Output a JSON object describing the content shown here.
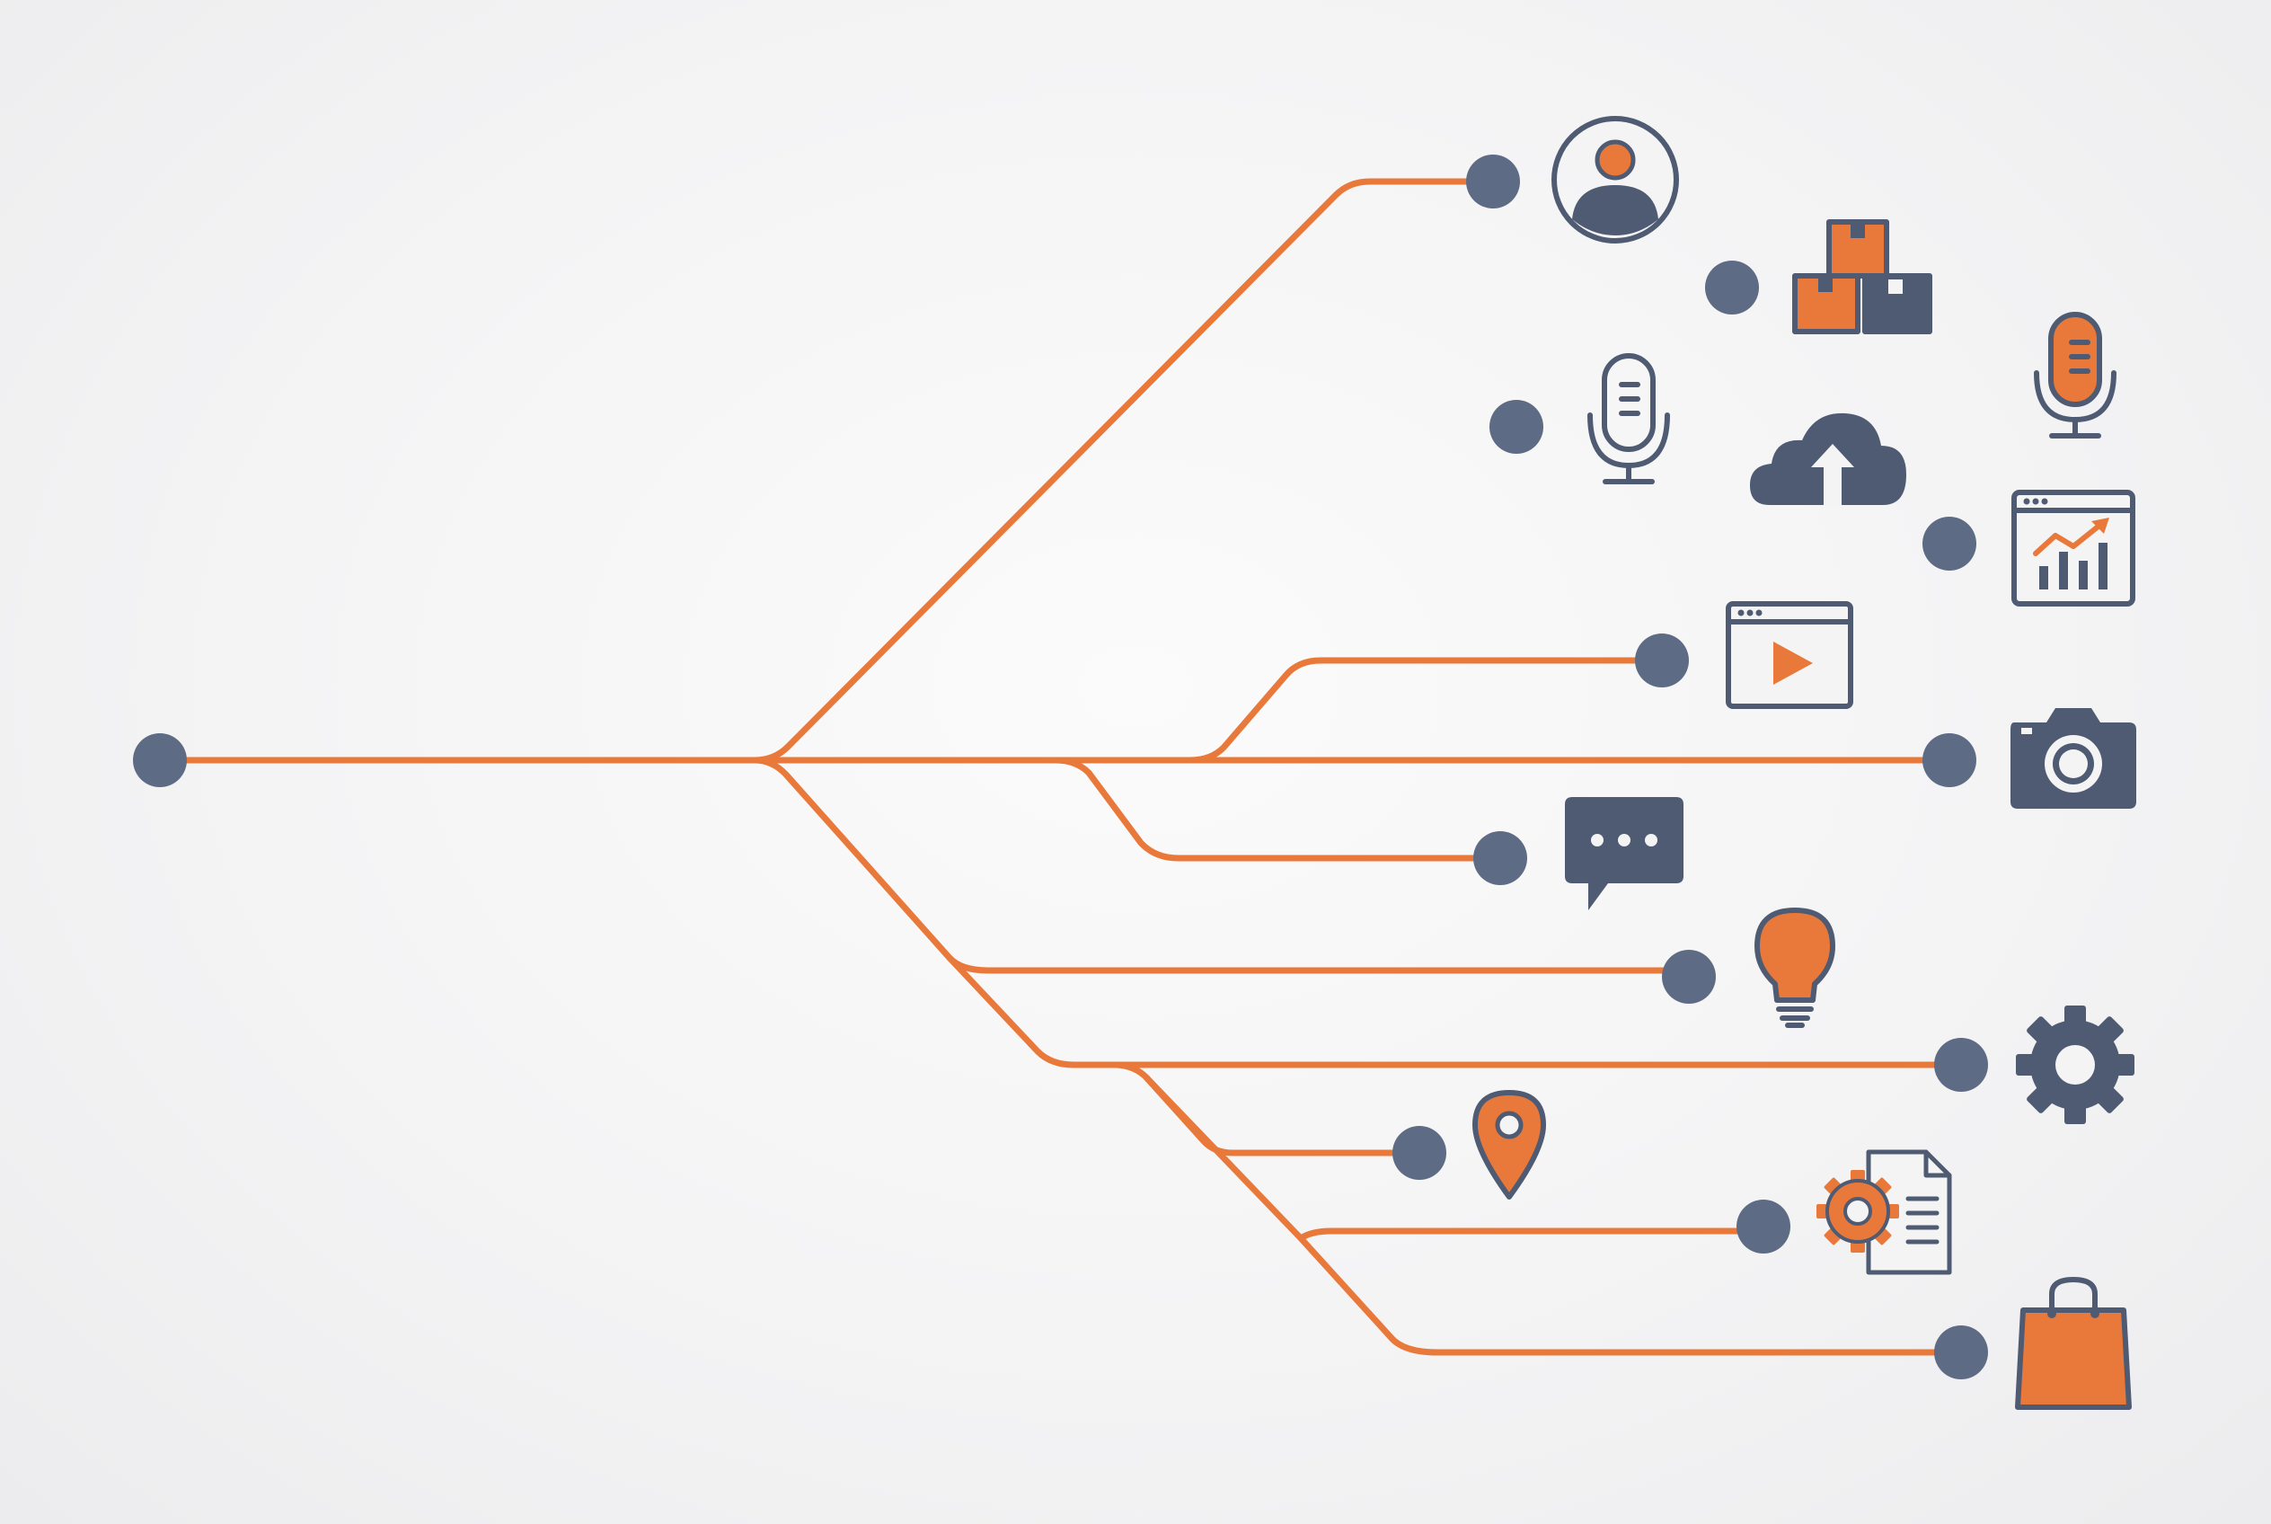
{
  "diagram": {
    "type": "branching-tree",
    "root": {
      "name": "root-node"
    },
    "colors": {
      "line": "#E8793A",
      "node": "#5E6B84",
      "icon_dark": "#4E5B72",
      "icon_accent": "#E8793A"
    },
    "branches": [
      {
        "name": "user-profile",
        "icon": "user-profile-icon"
      },
      {
        "name": "boxes",
        "icon": "boxes-icon"
      },
      {
        "name": "microphone",
        "icon": "microphone-icon"
      },
      {
        "name": "analytics-window",
        "icon": "analytics-window-icon"
      },
      {
        "name": "video-player",
        "icon": "video-player-icon"
      },
      {
        "name": "camera",
        "icon": "camera-icon"
      },
      {
        "name": "chat",
        "icon": "chat-bubble-icon"
      },
      {
        "name": "idea",
        "icon": "lightbulb-icon"
      },
      {
        "name": "settings",
        "icon": "gear-icon"
      },
      {
        "name": "location",
        "icon": "map-pin-icon"
      },
      {
        "name": "document-settings",
        "icon": "document-gear-icon"
      },
      {
        "name": "shopping",
        "icon": "shopping-bag-icon"
      }
    ],
    "extra_icons": [
      "microphone-orange-icon",
      "cloud-upload-icon"
    ]
  }
}
